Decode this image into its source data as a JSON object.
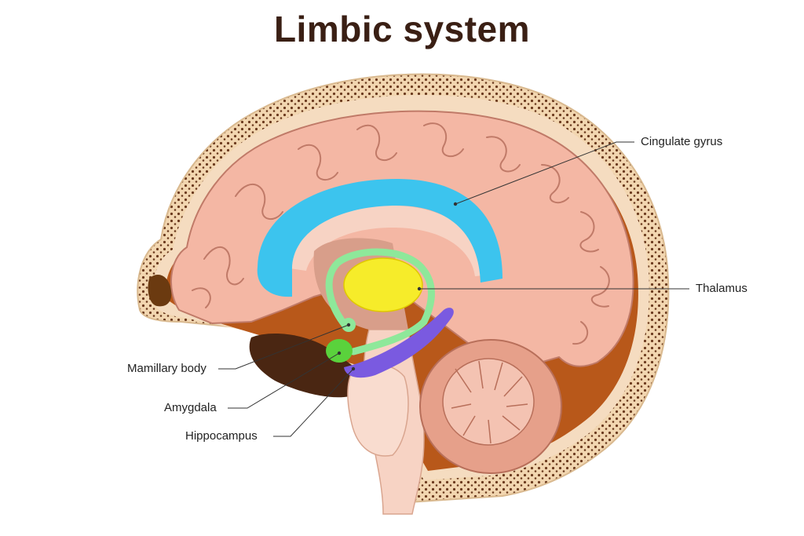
{
  "title": "Limbic system",
  "labels": {
    "cingulate_gyrus": "Cingulate gyrus",
    "thalamus": "Thalamus",
    "mamillary_body": "Mamillary body",
    "amygdala": "Amygdala",
    "hippocampus": "Hippocampus"
  },
  "colors": {
    "title": "#3a1f14",
    "skull": "#f2d6b0",
    "skull_dots": "#6b3a1e",
    "cavity": "#b8581a",
    "cortex": "#f4b7a4",
    "cortex_fold": "#c07a68",
    "cingulate": "#3cc4ee",
    "thalamus": "#f6ec2a",
    "fornix": "#8ee89a",
    "amygdala": "#5ad23c",
    "hippocampus": "#7a5ae0",
    "brainstem": "#f7d3c4",
    "cerebellum": "#e6a08a"
  }
}
